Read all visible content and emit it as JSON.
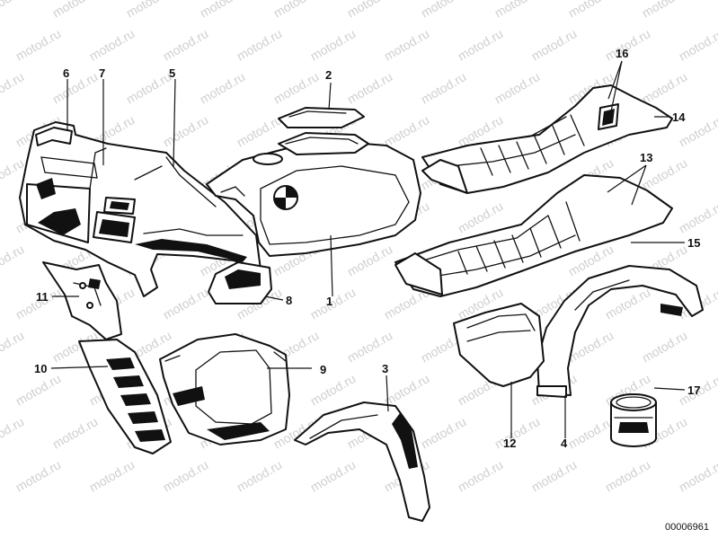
{
  "watermark": {
    "text": "motod.ru"
  },
  "catalog_number": "00006961",
  "callouts": [
    {
      "id": "c1",
      "label": "1"
    },
    {
      "id": "c2",
      "label": "2"
    },
    {
      "id": "c3",
      "label": "3"
    },
    {
      "id": "c4",
      "label": "4"
    },
    {
      "id": "c5",
      "label": "5"
    },
    {
      "id": "c6",
      "label": "6"
    },
    {
      "id": "c7",
      "label": "7"
    },
    {
      "id": "c8",
      "label": "8"
    },
    {
      "id": "c9",
      "label": "9"
    },
    {
      "id": "c10",
      "label": "10"
    },
    {
      "id": "c11",
      "label": "11"
    },
    {
      "id": "c12",
      "label": "12"
    },
    {
      "id": "c13",
      "label": "13"
    },
    {
      "id": "c14",
      "label": "14"
    },
    {
      "id": "c15",
      "label": "15"
    },
    {
      "id": "c16",
      "label": "16"
    },
    {
      "id": "c17",
      "label": "17"
    }
  ]
}
